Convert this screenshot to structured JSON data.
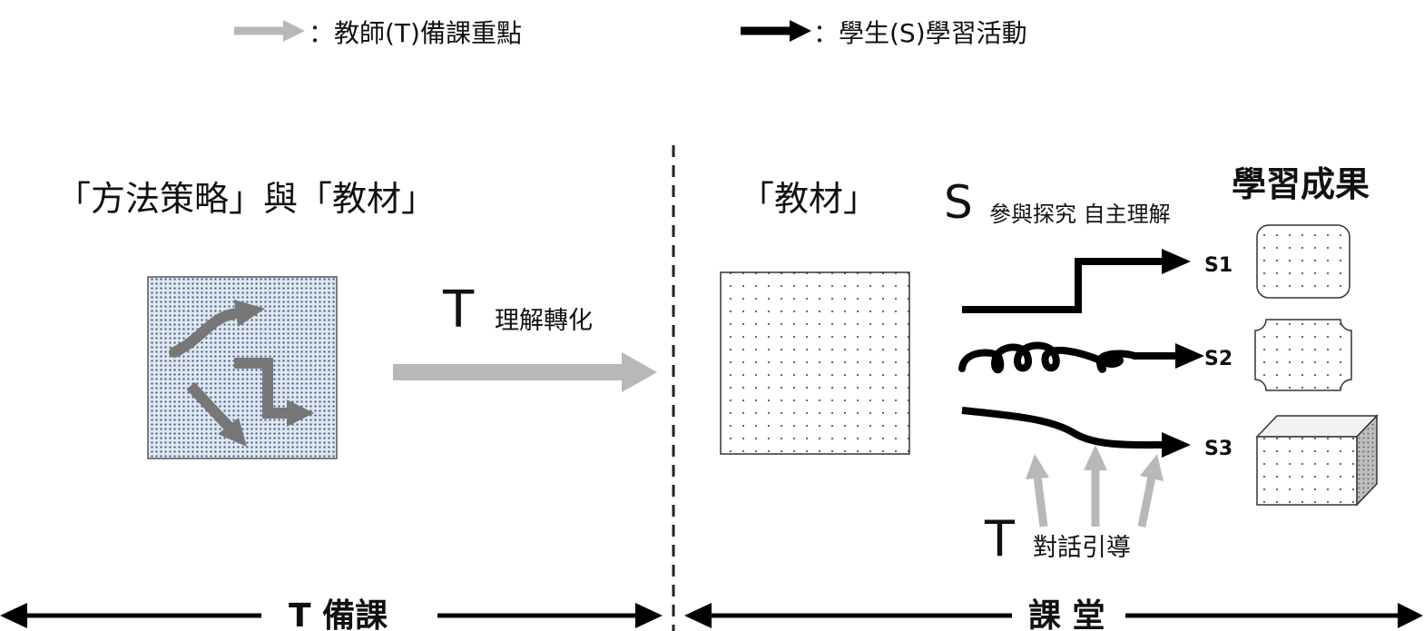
{
  "legend": {
    "teacher_label": "：教師(T)備課重點",
    "student_label": "：學生(S)學習活動"
  },
  "prep": {
    "heading": "「方法策略」與「教材」",
    "t_letter": "T",
    "t_caption": "理解轉化"
  },
  "classroom": {
    "material_heading": "「教材」",
    "s_letter": "S",
    "s_caption": "參與探究 自主理解",
    "outcome_heading": "學習成果",
    "students": [
      "S1",
      "S2",
      "S3"
    ],
    "t_letter": "T",
    "t_caption": "對話引導"
  },
  "footer": {
    "prep_label": "T 備課",
    "class_label": "課 堂"
  },
  "colors": {
    "teacher_arrow": "#b8b8b8",
    "student_arrow": "#000000",
    "pattern_dot": "#3d5a80",
    "pattern_bg": "#dfe7f1"
  }
}
